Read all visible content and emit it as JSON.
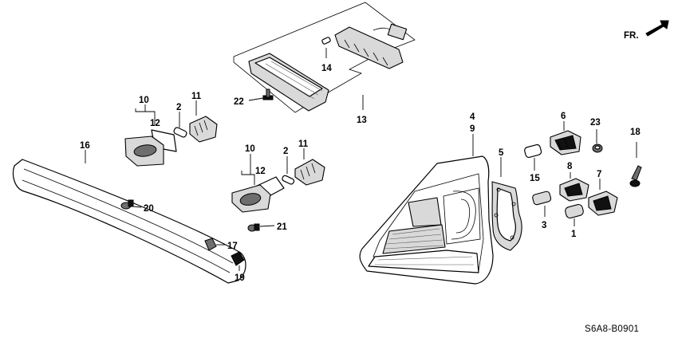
{
  "diagram": {
    "catalog_code": "S6A8-B0901",
    "orientation_label": "FR.",
    "callouts": [
      {
        "id": "c14",
        "number": "14"
      },
      {
        "id": "c22",
        "number": "22"
      },
      {
        "id": "c13",
        "number": "13"
      },
      {
        "id": "c10a",
        "number": "10"
      },
      {
        "id": "c12a",
        "number": "12"
      },
      {
        "id": "c2a",
        "number": "2"
      },
      {
        "id": "c11a",
        "number": "11"
      },
      {
        "id": "c16",
        "number": "16"
      },
      {
        "id": "c10b",
        "number": "10"
      },
      {
        "id": "c12b",
        "number": "12"
      },
      {
        "id": "c2b",
        "number": "2"
      },
      {
        "id": "c11b",
        "number": "11"
      },
      {
        "id": "c20",
        "number": "20"
      },
      {
        "id": "c21",
        "number": "21"
      },
      {
        "id": "c17",
        "number": "17"
      },
      {
        "id": "c19",
        "number": "19"
      },
      {
        "id": "c4",
        "number": "4"
      },
      {
        "id": "c9",
        "number": "9"
      },
      {
        "id": "c5",
        "number": "5"
      },
      {
        "id": "c6",
        "number": "6"
      },
      {
        "id": "c23",
        "number": "23"
      },
      {
        "id": "c18",
        "number": "18"
      },
      {
        "id": "c15",
        "number": "15"
      },
      {
        "id": "c8",
        "number": "8"
      },
      {
        "id": "c7",
        "number": "7"
      },
      {
        "id": "c3",
        "number": "3"
      },
      {
        "id": "c1",
        "number": "1"
      }
    ]
  }
}
